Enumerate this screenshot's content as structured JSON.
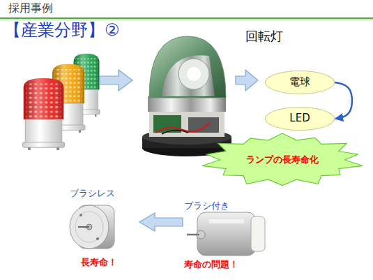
{
  "diagram": {
    "title": "採用事例",
    "nodes": [
      {
        "text": [
          "電球"
        ]
      },
      {
        "text": [
          "LED"
        ]
      },
      {
        "text": [
          "ランプの長寿命化"
        ]
      }
    ],
    "edges": [
      {
        "from": 0,
        "to": 1,
        "arrow": "to"
      }
    ],
    "labels": [
      "【産業分野】②",
      "回転灯",
      "ブラシレス",
      "ブラシ付き",
      "長寿命！",
      "寿命の問題！"
    ]
  }
}
